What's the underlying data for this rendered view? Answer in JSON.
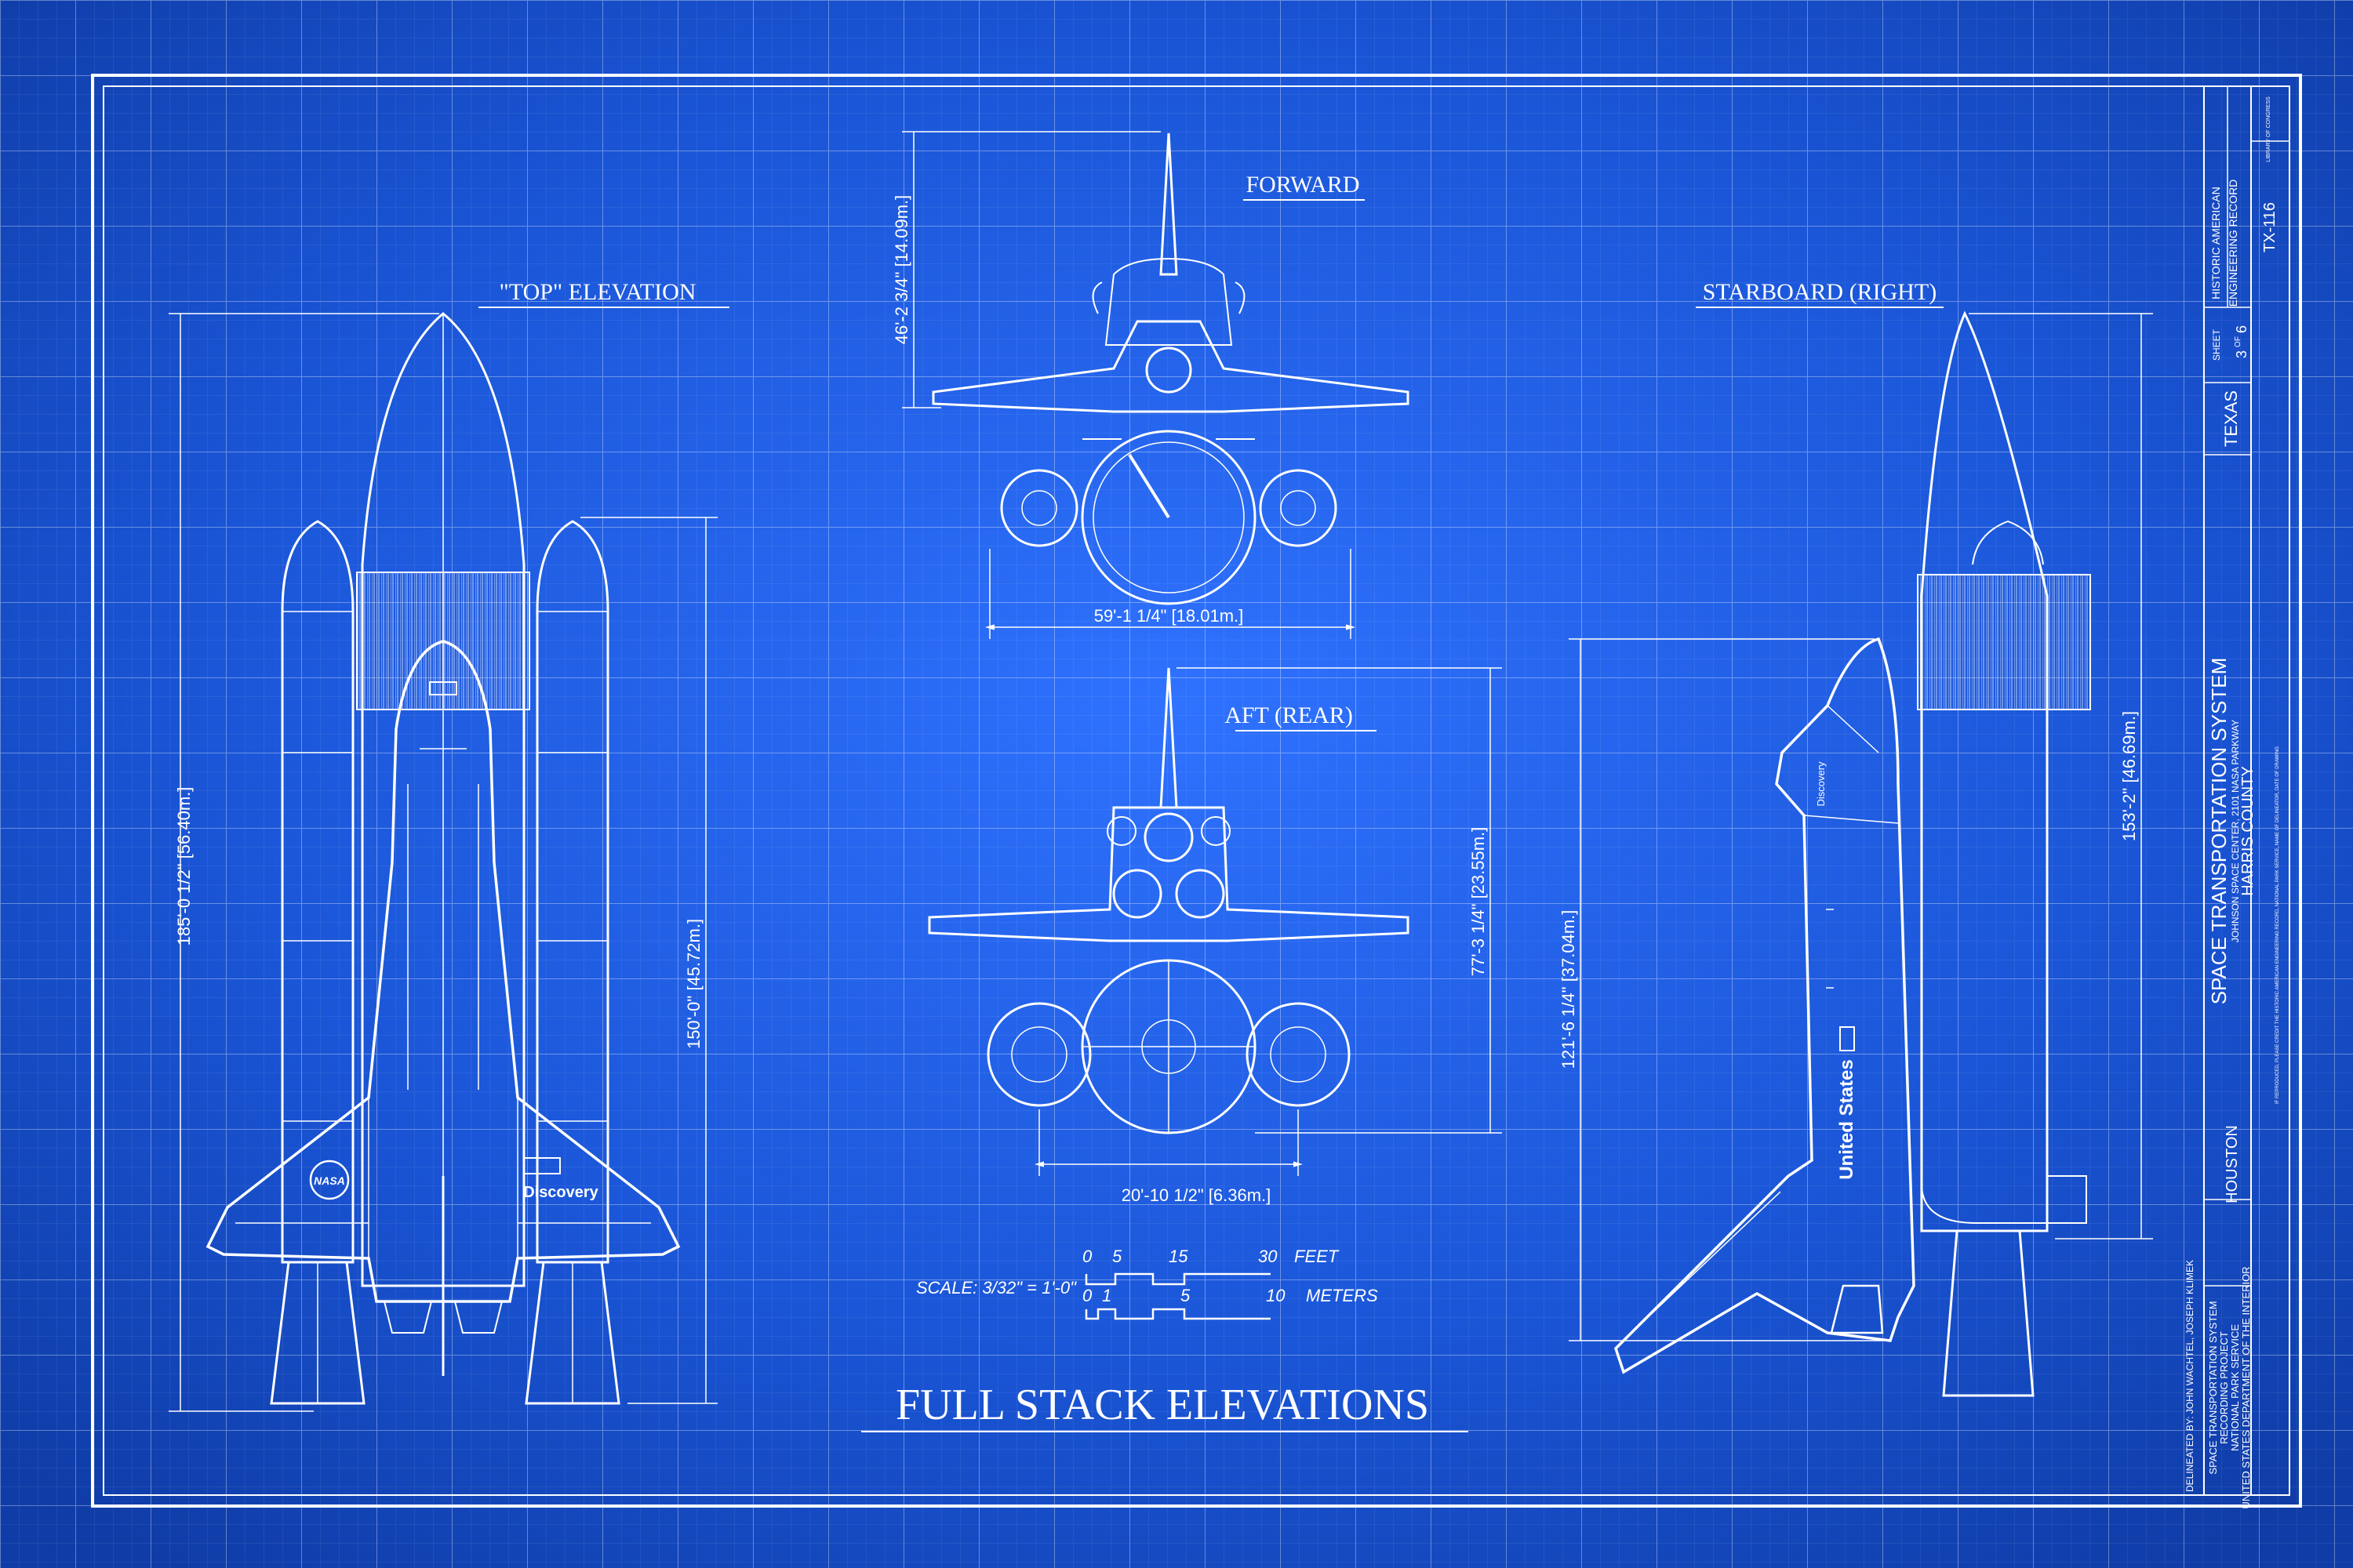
{
  "colors": {
    "background": "#1a55d6",
    "background_center": "#2f72ff",
    "background_edge": "#0f3ca6",
    "line": "#ffffff"
  },
  "views": {
    "top": {
      "label": "\"TOP\" ELEVATION",
      "dim_overall": "185'-0 1/2\" [56.40m.]",
      "dim_orbiter": "150'-0\" [45.72m.]",
      "orbiter_name": "Discovery",
      "logo_text": "NASA"
    },
    "forward": {
      "label": "FORWARD",
      "dim_height": "46'-2 3/4\" [14.09m.]",
      "dim_span": "59'-1 1/4\" [18.01m.]"
    },
    "aft": {
      "label": "AFT (REAR)",
      "dim_height": "77'-3 1/4\" [23.55m.]",
      "dim_srb": "20'-10 1/2\" [6.36m.]"
    },
    "starboard": {
      "label": "STARBOARD (RIGHT)",
      "dim_overall": "153'-2\" [46.69m.]",
      "dim_orbiter": "121'-6 1/4\" [37.04m.]",
      "orbiter_name": "Discovery",
      "fuselage_text": "United States"
    }
  },
  "scale": {
    "label": "SCALE: 3/32\" = 1'-0\"",
    "feet_ticks": [
      "0",
      "5",
      "15",
      "30"
    ],
    "feet_unit": "FEET",
    "meter_ticks": [
      "0",
      "1",
      "5",
      "10"
    ],
    "meter_unit": "METERS"
  },
  "drawing_title": "FULL STACK ELEVATIONS",
  "title_block": {
    "library_note": "LIBRARY OF CONGRESS",
    "record": [
      "HISTORIC AMERICAN",
      "ENGINEERING RECORD"
    ],
    "record_no": "TX-116",
    "sheet_label": "SHEET",
    "sheet_no": "3",
    "sheet_of": "OF",
    "sheet_total": "6",
    "state": "TEXAS",
    "project": "SPACE TRANSPORTATION SYSTEM",
    "address": "JOHNSON SPACE CENTER, 2101 NASA PARKWAY",
    "county": "HARRIS COUNTY",
    "city": "HOUSTON",
    "delineated": "DELINEATED BY: JOHN WACHTEL, JOSEPH KLIMEK",
    "agency": [
      "SPACE TRANSPORTATION SYSTEM",
      "RECORDING PROJECT",
      "NATIONAL PARK SERVICE",
      "UNITED STATES DEPARTMENT OF THE INTERIOR"
    ],
    "fine_print": "IF REPRODUCED, PLEASE CREDIT THE HISTORIC AMERICAN ENGINEERING RECORD, NATIONAL PARK SERVICE, NAME OF DELINEATOR, DATE OF DRAWING"
  }
}
